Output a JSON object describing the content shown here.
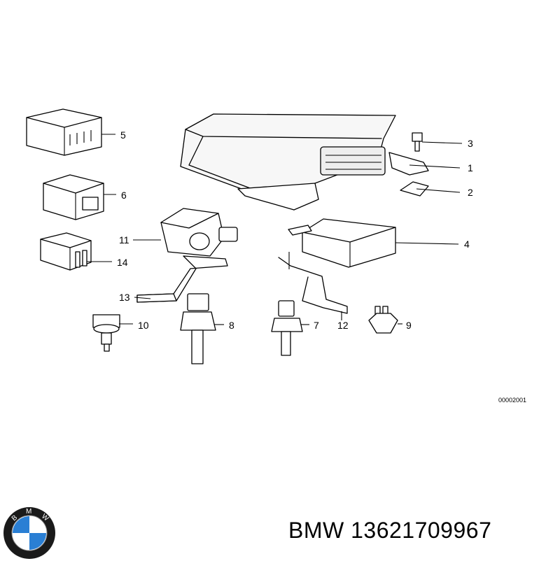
{
  "diagram": {
    "reference_code": "00002001",
    "callouts": {
      "p1": "1",
      "p2": "2",
      "p3": "3",
      "p4": "4",
      "p5": "5",
      "p6": "6",
      "p7": "7",
      "p8": "8",
      "p9": "9",
      "p10": "10",
      "p11": "11",
      "p12": "12",
      "p13": "13",
      "p14": "14"
    }
  },
  "caption": {
    "brand": "BMW",
    "part_number": "13621709967",
    "text": "BMW 13621709967"
  },
  "logo": {
    "letters": "BMW",
    "colors": {
      "ring": "#1a1a1a",
      "blue": "#2a7fd4",
      "white": "#ffffff"
    }
  }
}
